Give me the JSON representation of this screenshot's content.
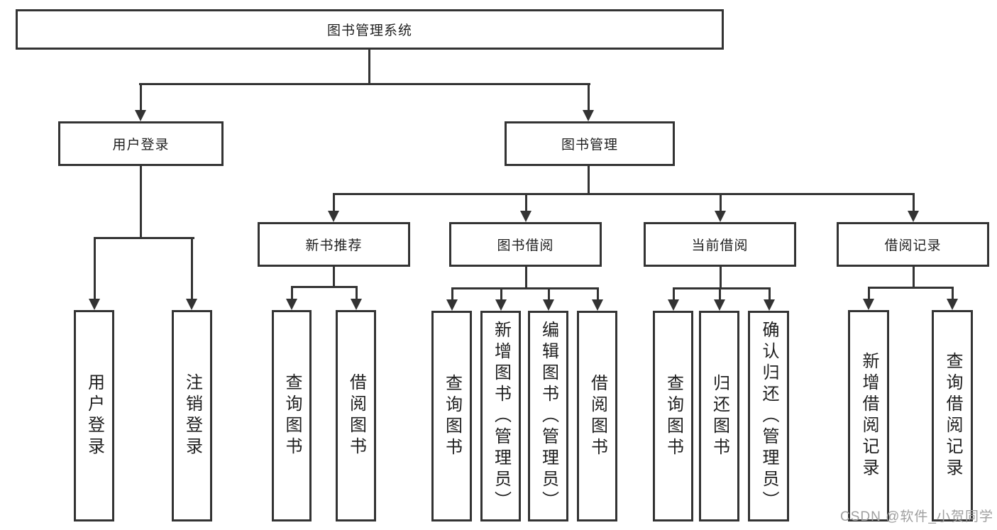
{
  "colors": {
    "line": "#333333",
    "box_border": "#333333",
    "text": "#1f1f1f",
    "watermark": "#9f9f9f",
    "background": "#ffffff"
  },
  "nodes": {
    "root": "图书管理系统",
    "user_login": "用户登录",
    "book_mgmt": "图书管理",
    "new_books": "新书推荐",
    "book_borrow": "图书借阅",
    "current_borrow": "当前借阅",
    "borrow_records": "借阅记录",
    "leaf_user_login": "用户登录",
    "leaf_logout": "注销登录",
    "leaf_nb_query": "查询图书",
    "leaf_nb_borrow": "借阅图书",
    "leaf_bb_query": "查询图书",
    "leaf_bb_add": "新增图书（管理员）",
    "leaf_bb_edit": "编辑图书（管理员）",
    "leaf_bb_borrow": "借阅图书",
    "leaf_cb_query": "查询图书",
    "leaf_cb_return": "归还图书",
    "leaf_cb_confirm": "确认归还（管理员）",
    "leaf_br_add": "新增借阅记录",
    "leaf_br_query": "查询借阅记录"
  },
  "hierarchy": {
    "图书管理系统": {
      "用户登录": [
        "用户登录",
        "注销登录"
      ],
      "图书管理": {
        "新书推荐": [
          "查询图书",
          "借阅图书"
        ],
        "图书借阅": [
          "查询图书",
          "新增图书（管理员）",
          "编辑图书（管理员）",
          "借阅图书"
        ],
        "当前借阅": [
          "查询图书",
          "归还图书",
          "确认归还（管理员）"
        ],
        "借阅记录": [
          "新增借阅记录",
          "查询借阅记录"
        ]
      }
    }
  },
  "watermark": "CSDN @软件_小贺同学"
}
